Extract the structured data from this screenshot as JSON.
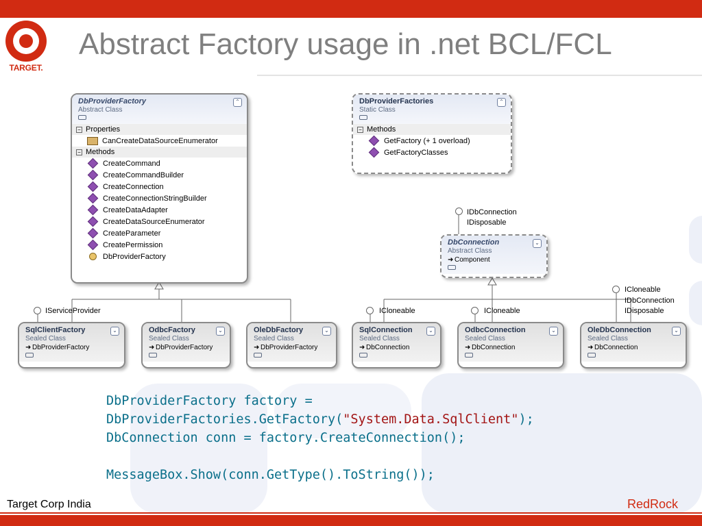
{
  "slide": {
    "title": "Abstract Factory usage in .net BCL/FCL",
    "footer_left": "Target Corp India",
    "footer_right": "RedRock",
    "logo_text": "TARGET.",
    "colors": {
      "brand": "#d12b12",
      "title": "#7f7f7f",
      "code": "#0a6f8a",
      "string": "#a31515"
    }
  },
  "diagram": {
    "db_provider_factory": {
      "name": "DbProviderFactory",
      "kind": "Abstract Class",
      "properties_label": "Properties",
      "properties": [
        "CanCreateDataSourceEnumerator"
      ],
      "methods_label": "Methods",
      "methods": [
        "CreateCommand",
        "CreateCommandBuilder",
        "CreateConnection",
        "CreateConnectionStringBuilder",
        "CreateDataAdapter",
        "CreateDataSourceEnumerator",
        "CreateParameter",
        "CreatePermission",
        "DbProviderFactory"
      ]
    },
    "db_provider_factories": {
      "name": "DbProviderFactories",
      "kind": "Static Class",
      "methods_label": "Methods",
      "methods": [
        "GetFactory (+ 1 overload)",
        "GetFactoryClasses"
      ]
    },
    "db_connection": {
      "name": "DbConnection",
      "kind": "Abstract Class",
      "base": "Component",
      "interfaces": [
        "IDbConnection",
        "IDisposable"
      ]
    },
    "sql_client_factory": {
      "name": "SqlClientFactory",
      "kind": "Sealed Class",
      "base": "DbProviderFactory",
      "interface": "IServiceProvider"
    },
    "odbc_factory": {
      "name": "OdbcFactory",
      "kind": "Sealed Class",
      "base": "DbProviderFactory"
    },
    "oledb_factory": {
      "name": "OleDbFactory",
      "kind": "Sealed Class",
      "base": "DbProviderFactory"
    },
    "sql_connection": {
      "name": "SqlConnection",
      "kind": "Sealed Class",
      "base": "DbConnection",
      "interface": "ICloneable"
    },
    "odbc_connection": {
      "name": "OdbcConnection",
      "kind": "Sealed Class",
      "base": "DbConnection",
      "interface": "ICloneable"
    },
    "oledb_connection": {
      "name": "OleDbConnection",
      "kind": "Sealed Class",
      "base": "DbConnection",
      "interfaces": [
        "ICloneable",
        "IDbConnection",
        "IDisposable"
      ]
    }
  },
  "code": {
    "line1": "DbProviderFactory factory =",
    "line2_pre": "DbProviderFactories.GetFactory(",
    "line2_str": "\"System.Data.SqlClient\"",
    "line2_post": ");",
    "line3": "DbConnection conn = factory.CreateConnection();",
    "line4": "MessageBox.Show(conn.GetType().ToString());"
  }
}
